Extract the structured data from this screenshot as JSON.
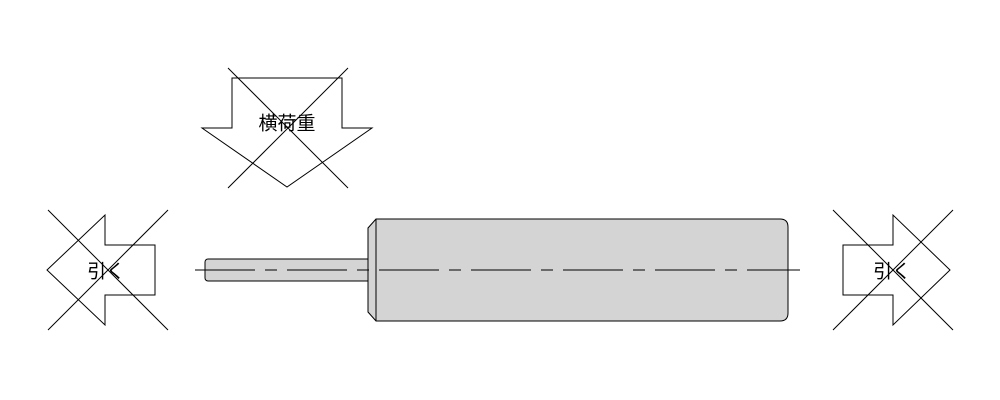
{
  "labels": {
    "side_load": "横荷重",
    "pull_left": "引く",
    "pull_right": "引く"
  },
  "colors": {
    "stroke": "#000000",
    "cylinder_fill": "#d4d4d4",
    "background": "#ffffff"
  }
}
